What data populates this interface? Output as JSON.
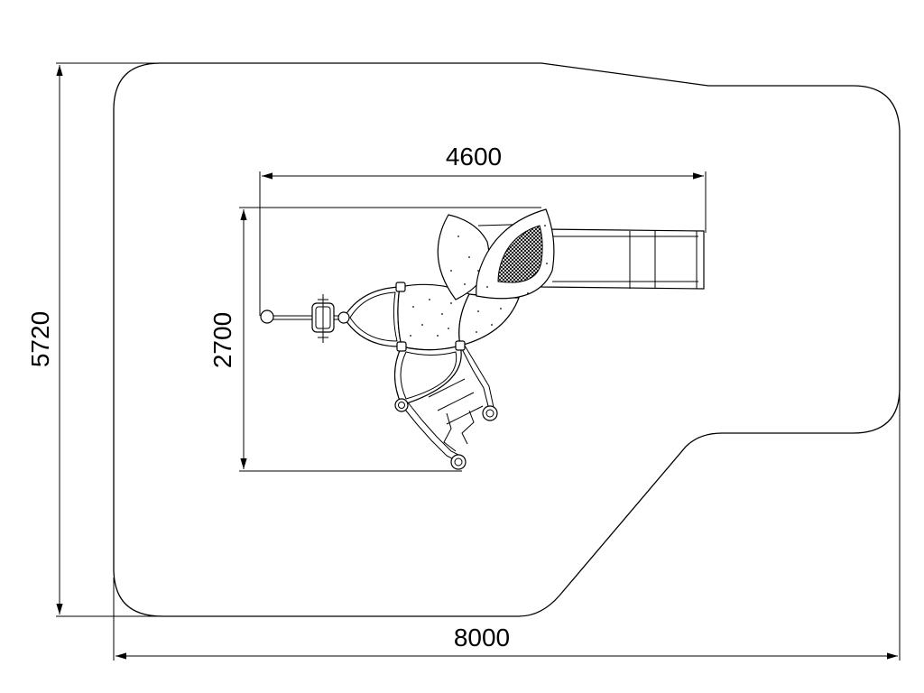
{
  "dimensions": {
    "overall_width": "8000",
    "overall_height": "5720",
    "equipment_width": "4600",
    "equipment_height": "2700"
  },
  "colors": {
    "line": "#000000",
    "background": "#ffffff"
  }
}
